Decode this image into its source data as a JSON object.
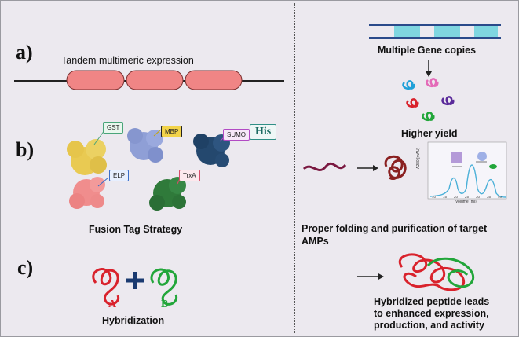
{
  "panels": {
    "a": "a)",
    "b": "b)",
    "c": "c)"
  },
  "section_a": {
    "title": "Tandem multimeric expression"
  },
  "section_b": {
    "tags": [
      "GST",
      "MBP",
      "SUMO",
      "His",
      "ELP",
      "TrxA"
    ],
    "caption": "Fusion Tag Strategy"
  },
  "section_c": {
    "label_a": "A",
    "label_b": "B",
    "caption": "Hybridization"
  },
  "right": {
    "gene_copies": "Multiple Gene copies",
    "higher_yield": "Higher yield",
    "folding_line1": "Proper folding and purification of target",
    "folding_line2": "AMPs",
    "chrom_ylabel": "A280 [mAU]",
    "chrom_xlabel": "Volume (ml)",
    "chrom_ticks": [
      "10",
      "15",
      "20",
      "25",
      "30",
      "35",
      "40"
    ],
    "hybrid_line1": "Hybridized peptide leads",
    "hybrid_line2": "to enhanced expression,",
    "hybrid_line3": "production, and activity"
  }
}
